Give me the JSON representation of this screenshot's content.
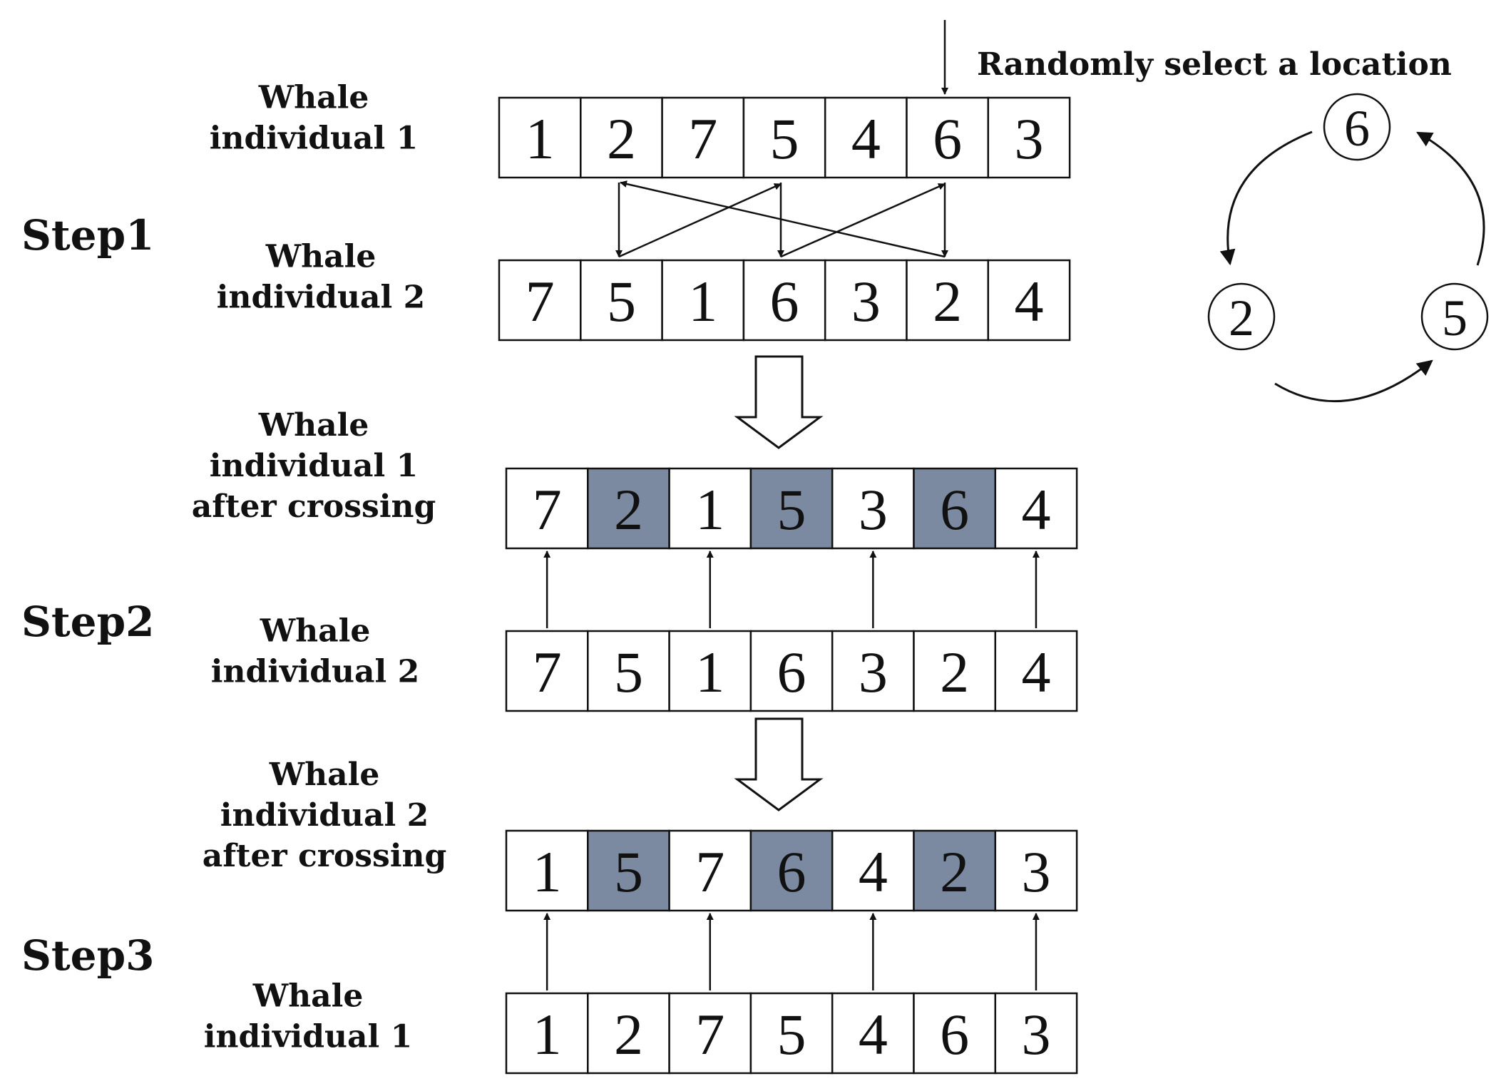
{
  "steps": [
    "Step1",
    "Step2",
    "Step3"
  ],
  "annotation": "Randomly select a location",
  "highlight_color": "#7b8aa0",
  "rows": [
    {
      "label": [
        "Whale",
        "individual 1"
      ],
      "values": [
        1,
        2,
        7,
        5,
        4,
        6,
        3
      ],
      "highlight": []
    },
    {
      "label": [
        "Whale",
        "individual 2"
      ],
      "values": [
        7,
        5,
        1,
        6,
        3,
        2,
        4
      ],
      "highlight": []
    },
    {
      "label": [
        "Whale",
        "individual 1",
        "after crossing"
      ],
      "values": [
        7,
        2,
        1,
        5,
        3,
        6,
        4
      ],
      "highlight": [
        1,
        3,
        5
      ]
    },
    {
      "label": [
        "Whale",
        "individual 2"
      ],
      "values": [
        7,
        5,
        1,
        6,
        3,
        2,
        4
      ],
      "highlight": []
    },
    {
      "label": [
        "Whale",
        "individual 2",
        "after crossing"
      ],
      "values": [
        1,
        5,
        7,
        6,
        4,
        2,
        3
      ],
      "highlight": [
        1,
        3,
        5
      ]
    },
    {
      "label": [
        "Whale",
        "individual 1"
      ],
      "values": [
        1,
        2,
        7,
        5,
        4,
        6,
        3
      ],
      "highlight": []
    }
  ],
  "cycle_nodes": [
    "6",
    "2",
    "5"
  ]
}
